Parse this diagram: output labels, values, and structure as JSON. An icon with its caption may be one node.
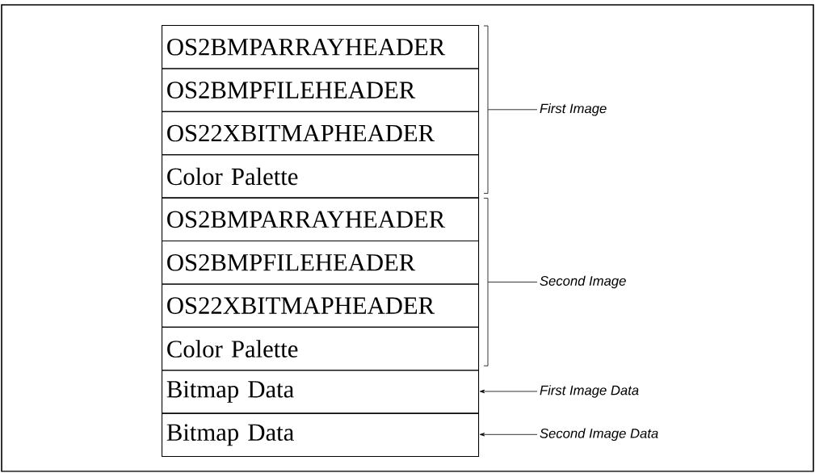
{
  "diagram": {
    "nodes": [
      {
        "text": [
          "OS2BMPARRAYHEADER"
        ]
      },
      {
        "text": [
          "OS2BMPFILEHEADER"
        ]
      },
      {
        "text": [
          "OS22XBITMAPHEADER"
        ]
      },
      {
        "text": [
          "Color Palette"
        ]
      },
      {
        "text": [
          "OS2BMPARRAYHEADER"
        ]
      },
      {
        "text": [
          "OS2BMPFILEHEADER"
        ]
      },
      {
        "text": [
          "OS22XBITMAPHEADER"
        ]
      },
      {
        "text": [
          "Color Palette"
        ]
      },
      {
        "text": [
          "Bitmap Data"
        ]
      },
      {
        "text": [
          "Bitmap Data"
        ]
      },
      {
        "text": [],
        "shape": "bracket"
      },
      {
        "text": [
          "First Image"
        ]
      },
      {
        "text": [],
        "shape": "bracket"
      },
      {
        "text": [
          "Second Image"
        ]
      },
      {
        "text": [
          "First Image Data"
        ]
      },
      {
        "text": [
          "Second Image Data"
        ]
      }
    ],
    "edges": [
      {
        "from": 11,
        "to": 10,
        "arrow": "none"
      },
      {
        "from": 13,
        "to": 12,
        "arrow": "none"
      },
      {
        "from": 14,
        "to": 8,
        "arrow": "to"
      },
      {
        "from": 15,
        "to": 9,
        "arrow": "to"
      }
    ]
  }
}
